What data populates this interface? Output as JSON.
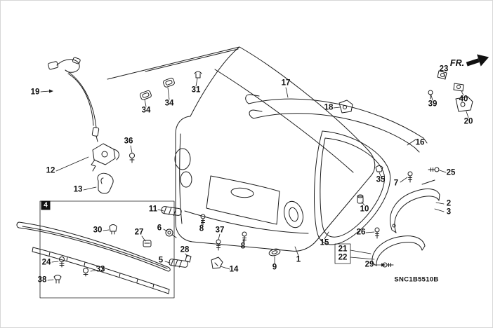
{
  "diagram": {
    "code": "SNC1B5510B",
    "direction_label": "FR.",
    "group_badge": "4",
    "line_color": "#1c1c1c",
    "background": "#ffffff",
    "subject": "trunk-lid-exploded-parts-diagram"
  },
  "callouts": [
    {
      "label": "19"
    },
    {
      "label": "34"
    },
    {
      "label": "34"
    },
    {
      "label": "31"
    },
    {
      "label": "17"
    },
    {
      "label": "18"
    },
    {
      "label": "23"
    },
    {
      "label": "39"
    },
    {
      "label": "40"
    },
    {
      "label": "20"
    },
    {
      "label": "16"
    },
    {
      "label": "36"
    },
    {
      "label": "12"
    },
    {
      "label": "13"
    },
    {
      "label": "35"
    },
    {
      "label": "7"
    },
    {
      "label": "25"
    },
    {
      "label": "10"
    },
    {
      "label": "2"
    },
    {
      "label": "3"
    },
    {
      "label": "11"
    },
    {
      "label": "30"
    },
    {
      "label": "27"
    },
    {
      "label": "6"
    },
    {
      "label": "8"
    },
    {
      "label": "37"
    },
    {
      "label": "8"
    },
    {
      "label": "26"
    },
    {
      "label": "15"
    },
    {
      "label": "24"
    },
    {
      "label": "38"
    },
    {
      "label": "33"
    },
    {
      "label": "5"
    },
    {
      "label": "28"
    },
    {
      "label": "14"
    },
    {
      "label": "9"
    },
    {
      "label": "1"
    },
    {
      "label": "21"
    },
    {
      "label": "22"
    },
    {
      "label": "29"
    }
  ]
}
